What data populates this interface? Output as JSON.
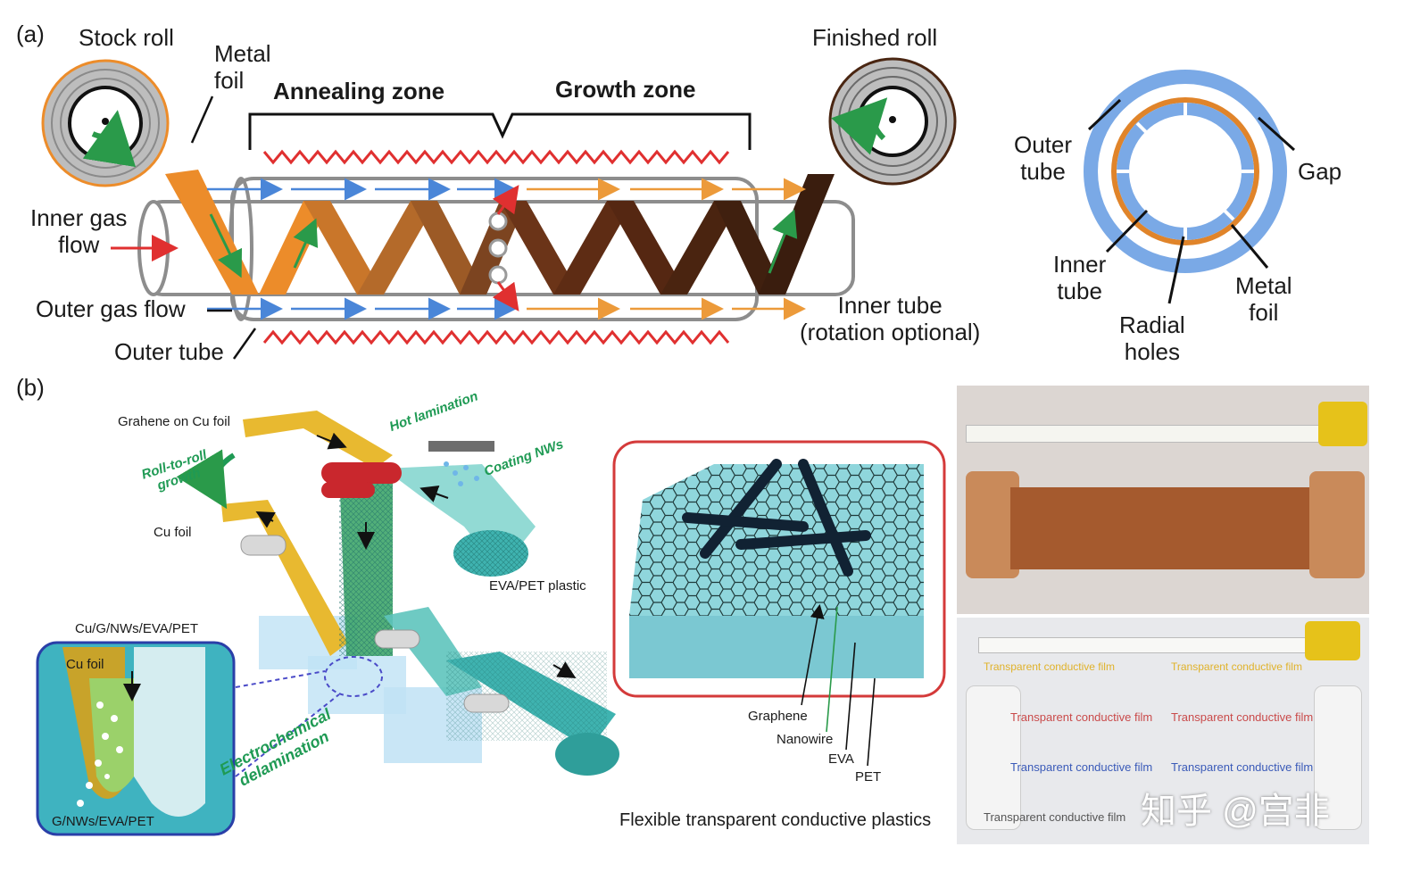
{
  "panel_a": {
    "tag": "(a)",
    "stock_roll": "Stock roll",
    "metal_foil": "Metal\nfoil",
    "annealing_zone": "Annealing zone",
    "growth_zone": "Growth zone",
    "finished_roll": "Finished roll",
    "inner_gas_flow": "Inner gas\nflow",
    "outer_gas_flow": "Outer gas flow",
    "outer_tube": "Outer tube",
    "inner_tube": "Inner tube\n(rotation optional)"
  },
  "cross_section": {
    "outer_tube": "Outer\ntube",
    "gap": "Gap",
    "inner_tube": "Inner\ntube",
    "metal_foil": "Metal\nfoil",
    "radial_holes": "Radial\nholes"
  },
  "panel_b": {
    "tag": "(b)",
    "graphene_on_cu": "Grahene on Cu foil",
    "hot_lamination": "Hot lamination",
    "coating_nws": "Coating NWs",
    "roll_to_roll": "Roll-to-roll\ngrowth",
    "cu_foil": "Cu foil",
    "eva_pet_plastic": "EVA/PET plastic",
    "cu_g_nws": "Cu/G/NWs/EVA/PET",
    "inset_cu_foil": "Cu foil",
    "g_nws": "G/NWs/EVA/PET",
    "electrochemical": "Electrochemical\ndelamination",
    "graphene": "Graphene",
    "nanowire": "Nanowire",
    "eva": "EVA",
    "pet": "PET",
    "caption": "Flexible transparent conductive plastics",
    "film_text": "Transparent conductive film"
  },
  "watermark": "知乎 @宫非",
  "colors": {
    "foil_orange": "#ec8c2a",
    "foil_brown": "#6b3418",
    "gas_blue": "#4a86d8",
    "heat_red": "#e03030",
    "tube_blue": "#7aa9e6",
    "film_teal": "#3fb3b0",
    "label_green": "#1f9a54"
  }
}
